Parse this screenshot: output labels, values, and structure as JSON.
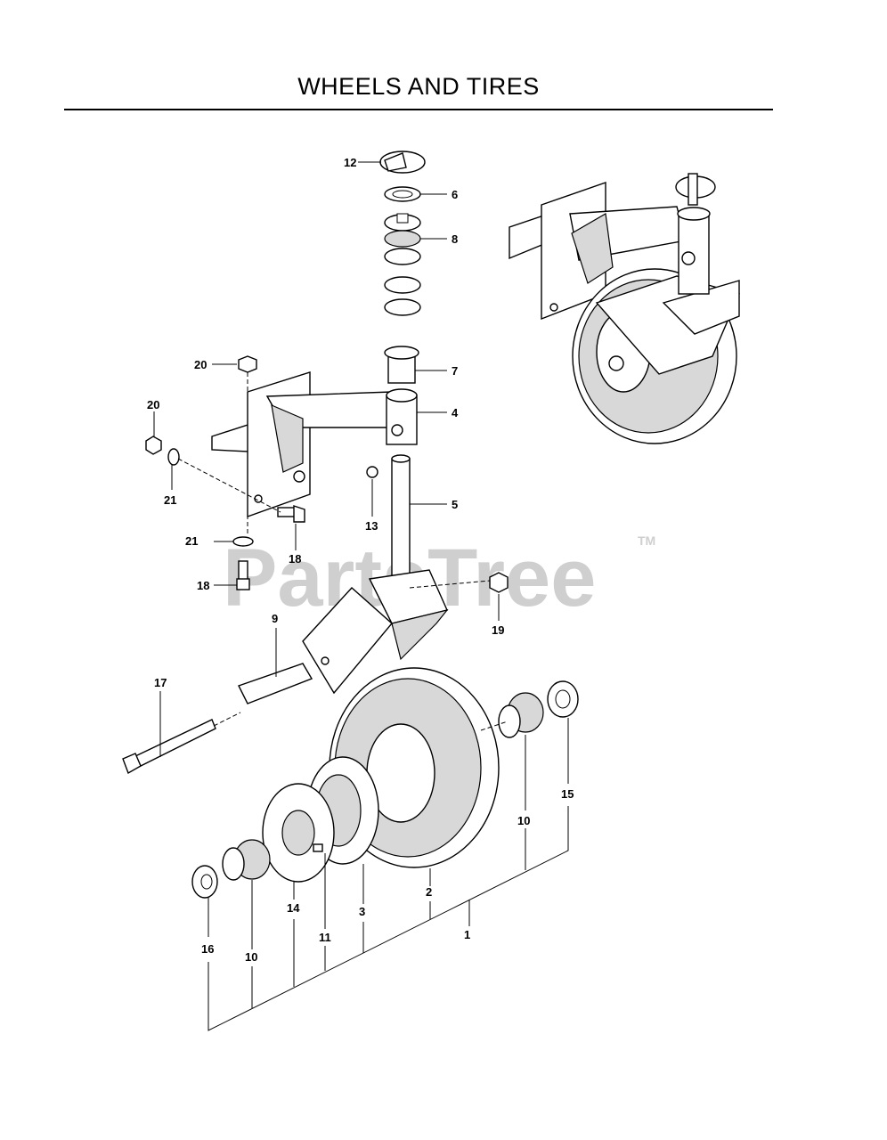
{
  "title": "WHEELS AND TIRES",
  "watermark": {
    "text": "PartsTree",
    "tm": "TM",
    "color": "#c8c8c8"
  },
  "callouts": {
    "c12": "12",
    "c6": "6",
    "c8": "8",
    "c7": "7",
    "c4": "4",
    "c5": "5",
    "c20a": "20",
    "c20b": "20",
    "c21a": "21",
    "c21b": "21",
    "c13": "13",
    "c18a": "18",
    "c18b": "18",
    "c19": "19",
    "c9": "9",
    "c17": "17",
    "c10a": "10",
    "c10b": "10",
    "c15": "15",
    "c2": "2",
    "c3": "3",
    "c14": "14",
    "c11": "11",
    "c1": "1",
    "c16": "16"
  }
}
